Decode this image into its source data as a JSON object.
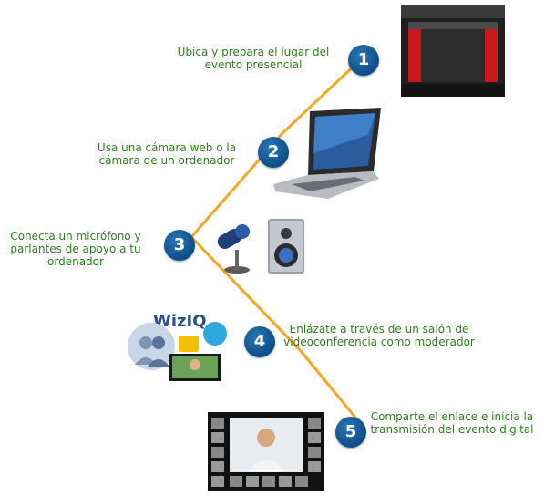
{
  "steps": [
    {
      "number": "1",
      "text": "Ubica y prepara el lugar del evento presencial"
    },
    {
      "number": "2",
      "text": "Usa una cámara web o la cámara de un ordenador"
    },
    {
      "number": "3",
      "text": "Conecta un micrófono y parlantes de apoyo a tu ordenador"
    },
    {
      "number": "4",
      "text": "Enlázate a través de un salón de videoconferencia como moderador"
    },
    {
      "number": "5",
      "text": "Comparte el enlace e inicia la transmisión del evento digital"
    }
  ],
  "logo": {
    "text": "WizIQ"
  },
  "colors": {
    "line": "#f5a623",
    "badge": "#1565a6",
    "text": "#2e7d1e"
  }
}
